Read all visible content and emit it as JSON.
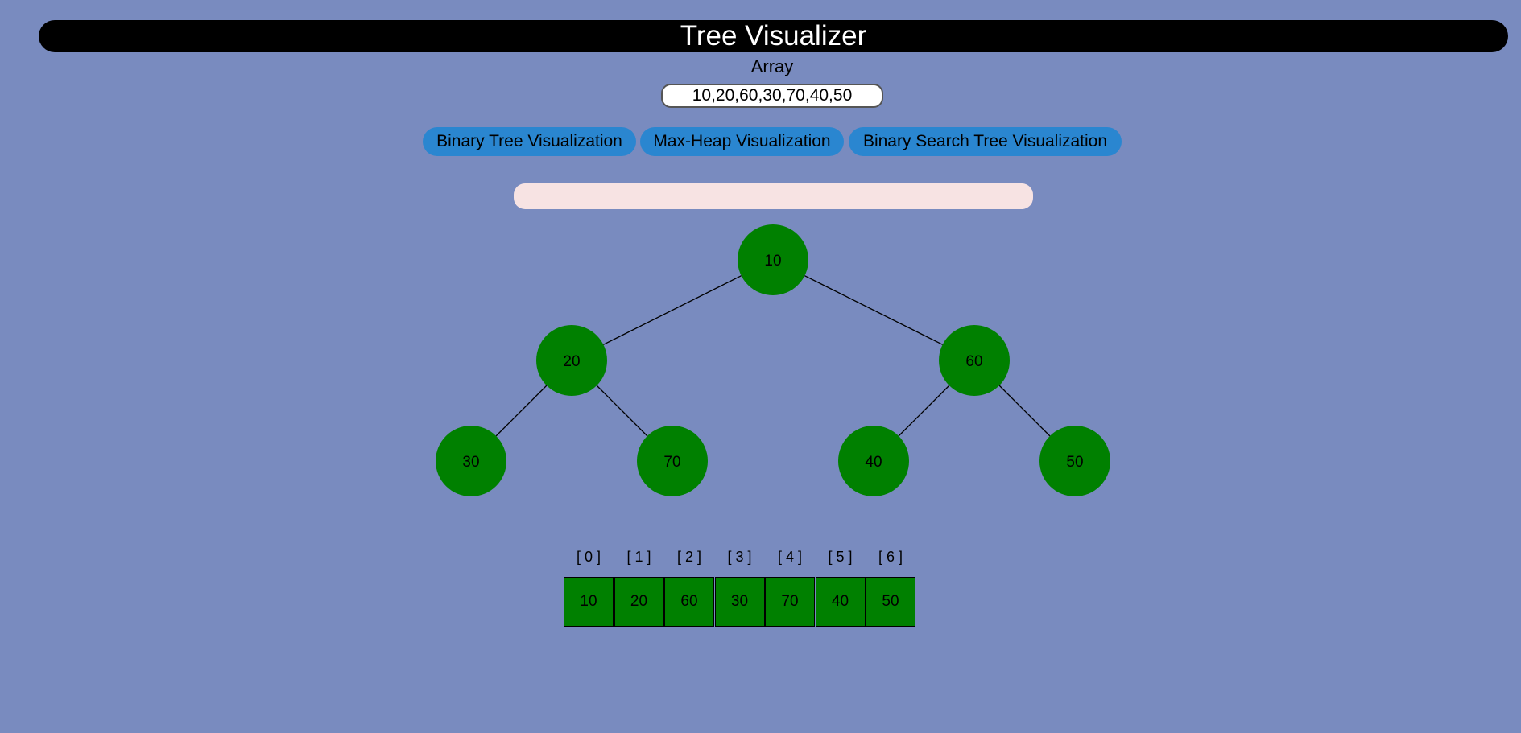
{
  "header": {
    "title": "Tree Visualizer"
  },
  "array_input": {
    "label": "Array",
    "value": "10,20,60,30,70,40,50"
  },
  "buttons": {
    "binary_tree": "Binary Tree Visualization",
    "max_heap": "Max-Heap Visualization",
    "bst": "Binary Search Tree Visualization"
  },
  "message": "",
  "tree": {
    "nodes": [
      {
        "value": "10"
      },
      {
        "value": "20"
      },
      {
        "value": "60"
      },
      {
        "value": "30"
      },
      {
        "value": "70"
      },
      {
        "value": "40"
      },
      {
        "value": "50"
      }
    ],
    "node_color": "#008000",
    "edge_color": "#000000"
  },
  "array_view": {
    "indices": [
      "[ 0 ]",
      "[ 1 ]",
      "[ 2 ]",
      "[ 3 ]",
      "[ 4 ]",
      "[ 5 ]",
      "[ 6 ]"
    ],
    "values": [
      "10",
      "20",
      "60",
      "30",
      "70",
      "40",
      "50"
    ]
  },
  "colors": {
    "background": "#798bbf",
    "title_bar": "#000000",
    "button": "#2a86d0",
    "message_bar": "#f7e3e3",
    "node": "#008000"
  }
}
